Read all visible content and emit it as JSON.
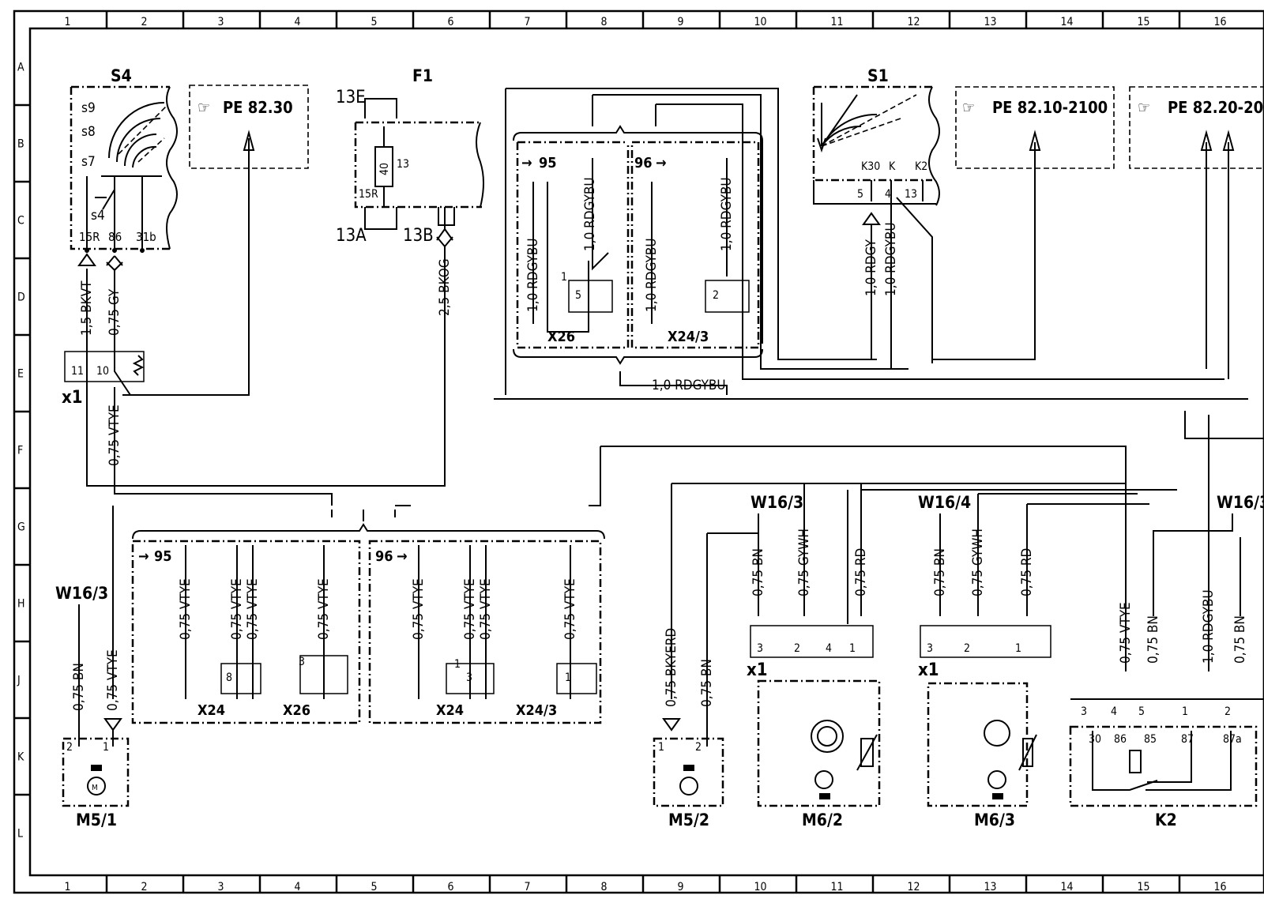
{
  "grid": {
    "columns": [
      "1",
      "2",
      "3",
      "4",
      "5",
      "6",
      "7",
      "8",
      "9",
      "10",
      "11",
      "12",
      "13",
      "14",
      "15",
      "16"
    ],
    "rows": [
      "A",
      "B",
      "C",
      "D",
      "E",
      "F",
      "G",
      "H",
      "J",
      "K",
      "L"
    ]
  },
  "components": {
    "S4": "S4",
    "F1": "F1",
    "S1": "S1",
    "X26": "X26",
    "X24_3": "X24/3",
    "X24": "X24",
    "x1": "x1",
    "W16_3": "W16/3",
    "W16_4": "W16/4",
    "M5_1": "M5/1",
    "M5_2": "M5/2",
    "M6_2": "M6/2",
    "M6_3": "M6/3",
    "K2": "K2"
  },
  "references": {
    "pe_8230": "PE  82.30",
    "pe_8210": "PE  82.10-2100",
    "pe_8220": "PE  82.20-20"
  },
  "switch_s4": {
    "s9": "s9",
    "s8": "s8",
    "s7": "s7",
    "s4": "s4",
    "t15r": "15R",
    "t86": "86",
    "t31b": "31b"
  },
  "fuse_f1": {
    "t13e": "13E",
    "t13": "13",
    "t40": "40",
    "t15r": "15R",
    "t13a": "13A",
    "t13b": "13B"
  },
  "switch_s1": {
    "k30": "K30",
    "k": "K",
    "k2": "K2",
    "p5": "5",
    "p4": "4",
    "p13": "13"
  },
  "splice": {
    "s95": "95",
    "s96": "96",
    "arrow": "→",
    "arrow_l": "→"
  },
  "wires": {
    "bkvt": "1,5  BKVT",
    "gy": "0,75  GY",
    "bkog": "2,5  BKOG",
    "vtye": "0,75  VTYE",
    "rdgybu": "1,0  RDGYBU",
    "rdgy": "1,0  RDGY",
    "bn": "0,75  BN",
    "gywh": "0,75  GYWH",
    "rd": "0,75  RD",
    "bkyerd": "0,75  BKYERD"
  },
  "pins": {
    "p1": "1",
    "p2": "2",
    "p3": "3",
    "p4": "4",
    "p5": "5",
    "p8": "8",
    "p10": "10",
    "p11": "11",
    "k30": "30",
    "k86": "86",
    "k85": "85",
    "k87": "87",
    "k87a": "87a"
  },
  "icons": [
    "arrow-up-icon",
    "arrow-down-icon",
    "motor-icon",
    "resistor-icon",
    "ground-icon",
    "reference-hand-icon"
  ]
}
